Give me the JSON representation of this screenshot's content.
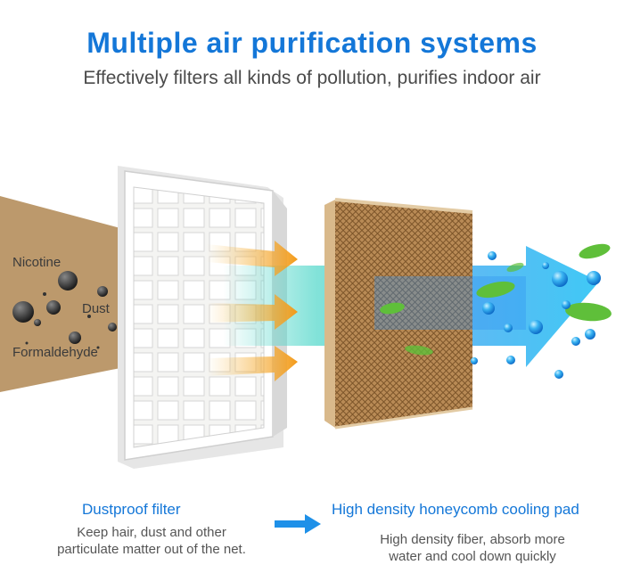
{
  "header": {
    "title": "Multiple air purification systems",
    "subtitle": "Effectively filters all kinds of pollution, purifies indoor air"
  },
  "pollutants": [
    "Nicotine",
    "Dust",
    "Formaldehyde"
  ],
  "captions": {
    "filter": {
      "heading": "Dustproof filter",
      "line1": "Keep hair, dust and other",
      "line2": "particulate matter out of the net."
    },
    "pad": {
      "heading": "High density honeycomb cooling pad",
      "line1": "High density fiber, absorb more",
      "line2": "water and cool down quickly"
    }
  },
  "colors": {
    "accent": "#1477d8",
    "polluted_air": "#b58e5c",
    "clean_air": "#41c9f2",
    "arrow_orange": "#f5a623",
    "honeycomb": "#a87b4a"
  }
}
